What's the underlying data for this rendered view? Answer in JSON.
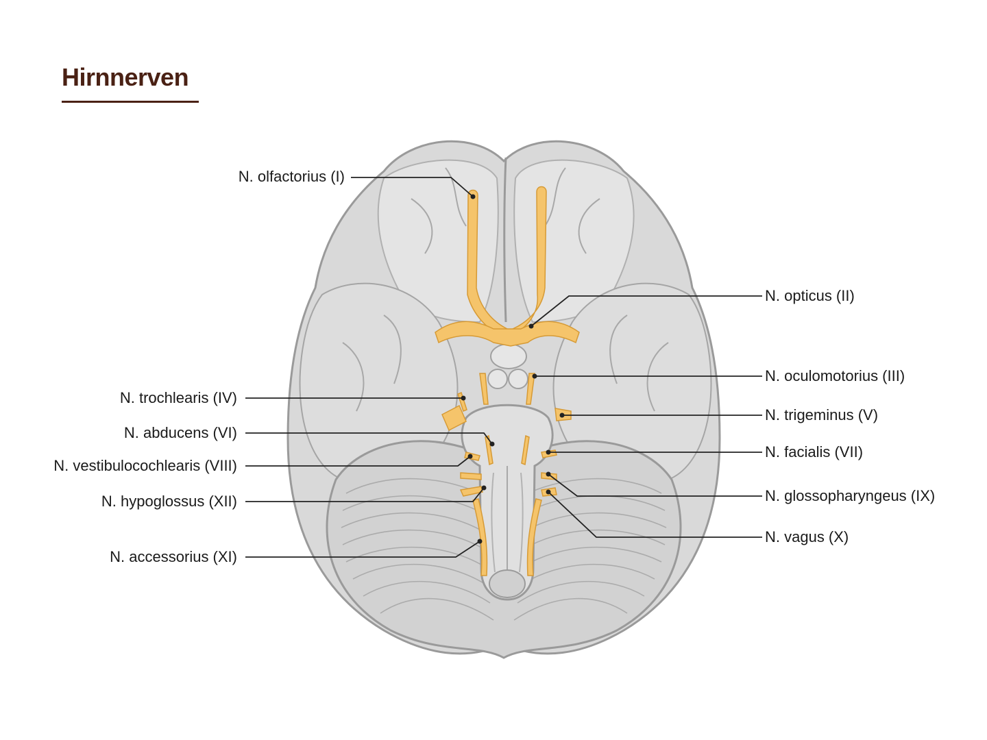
{
  "title": "Hirnnerven",
  "colors": {
    "title": "#4a2114",
    "brain_fill": "#d6d6d6",
    "brain_stroke": "#9a9a9a",
    "nerve": "#f5c46b",
    "nerve_stroke": "#d69a35"
  },
  "labels": {
    "olfactorius": "N. olfactorius (I)",
    "opticus": "N. opticus (II)",
    "oculomotorius": "N. oculomotorius (III)",
    "trochlearis": "N. trochlearis (IV)",
    "trigeminus": "N. trigeminus (V)",
    "abducens": "N. abducens (VI)",
    "facialis": "N. facialis (VII)",
    "vestibulocochlearis": "N. vestibulocochlearis (VIII)",
    "glossopharyngeus": "N. glossopharyngeus (IX)",
    "vagus": "N. vagus (X)",
    "accessorius": "N. accessorius (XI)",
    "hypoglossus": "N. hypoglossus (XII)"
  }
}
